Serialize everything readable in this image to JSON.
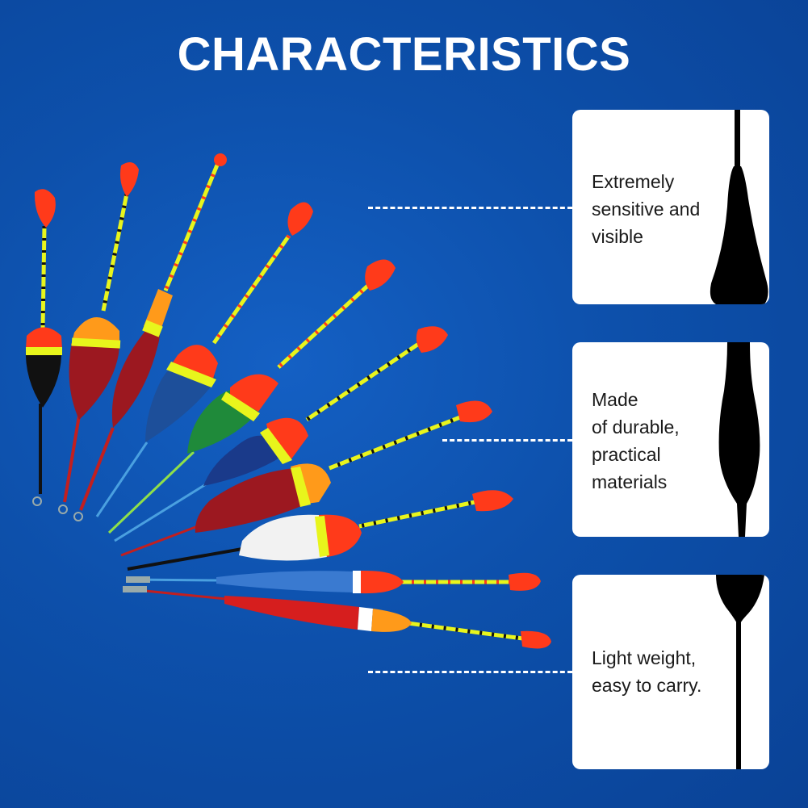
{
  "title": "CHARACTERISTICS",
  "features": [
    {
      "lines": [
        "Extremely",
        "sensitive and",
        "visible"
      ],
      "icon": "float-tip-closeup-icon"
    },
    {
      "lines": [
        "Made",
        "of durable,",
        "practical",
        "materials"
      ],
      "icon": "float-body-closeup-icon"
    },
    {
      "lines": [
        "Light weight,",
        "easy to carry."
      ],
      "icon": "float-stem-closeup-icon"
    }
  ],
  "colors": {
    "background": "#0d50ab",
    "card": "#ffffff",
    "text": "#ffffff",
    "tip": "#ff3a1a",
    "band": "#e8f51c"
  }
}
